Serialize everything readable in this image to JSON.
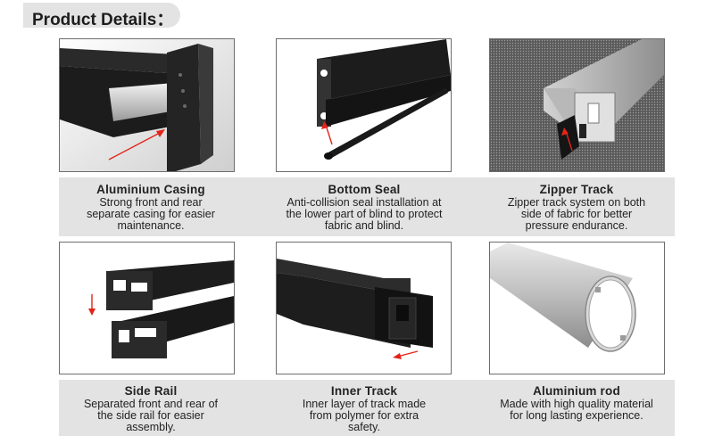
{
  "header": {
    "title": "Product Details："
  },
  "items": [
    {
      "title": "Aluminium Casing",
      "description": "Strong front and rear separate casing for easier maintenance."
    },
    {
      "title": "Bottom Seal",
      "description": "Anti-collision seal installation at the lower part of blind to protect fabric and blind."
    },
    {
      "title": "Zipper Track",
      "description": "Zipper track system on both side of fabric for better pressure endurance."
    },
    {
      "title": "Side Rail",
      "description": "Separated front and rear of the side rail for easier assembly."
    },
    {
      "title": "Inner Track",
      "description": "Inner layer of track made from polymer for extra safety."
    },
    {
      "title": "Aluminium rod",
      "description": "Made with high quality material for long lasting experience."
    }
  ],
  "colors": {
    "band": "#e3e3e3",
    "arrow": "#e2231a",
    "profile": "#1f1f1f"
  }
}
